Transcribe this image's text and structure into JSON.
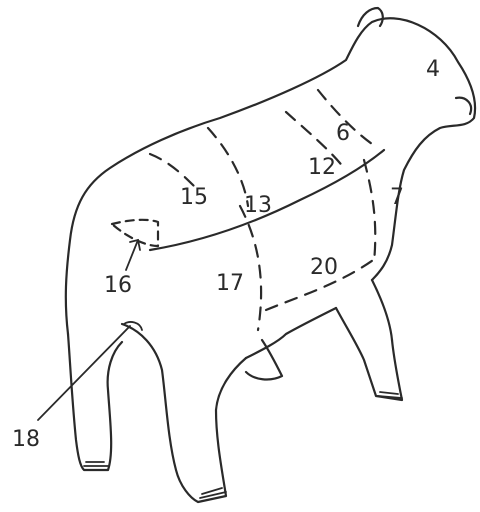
{
  "labels": {
    "l6": "6",
    "l7": "7",
    "l12": "12",
    "l13": "13",
    "l15": "15",
    "l16": "16",
    "l17": "17",
    "l18": "18",
    "l20": "20",
    "head_mark": "4"
  }
}
